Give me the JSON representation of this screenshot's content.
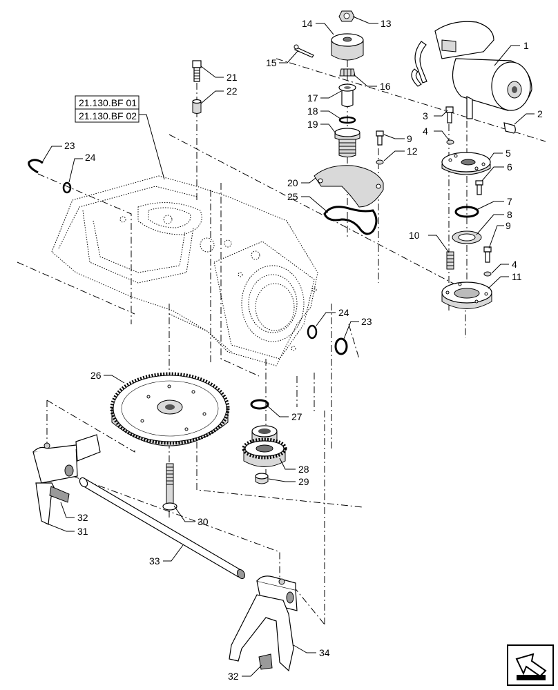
{
  "diagram": {
    "references": [
      "21.130.BF 01",
      "21.130.BF 02"
    ],
    "callouts": [
      "1",
      "2",
      "3",
      "4",
      "5",
      "6",
      "7",
      "8",
      "9",
      "10",
      "11",
      "12",
      "13",
      "14",
      "15",
      "16",
      "17",
      "18",
      "19",
      "20",
      "21",
      "22",
      "23",
      "24",
      "25",
      "26",
      "27",
      "28",
      "29",
      "30",
      "31",
      "32",
      "33",
      "34"
    ],
    "navigation_icon": "next-page-arrow-icon",
    "colors": {
      "line": "#000000",
      "shade": "#d9d9d9",
      "dark_shade": "#9a9a9a",
      "background": "#ffffff"
    }
  }
}
